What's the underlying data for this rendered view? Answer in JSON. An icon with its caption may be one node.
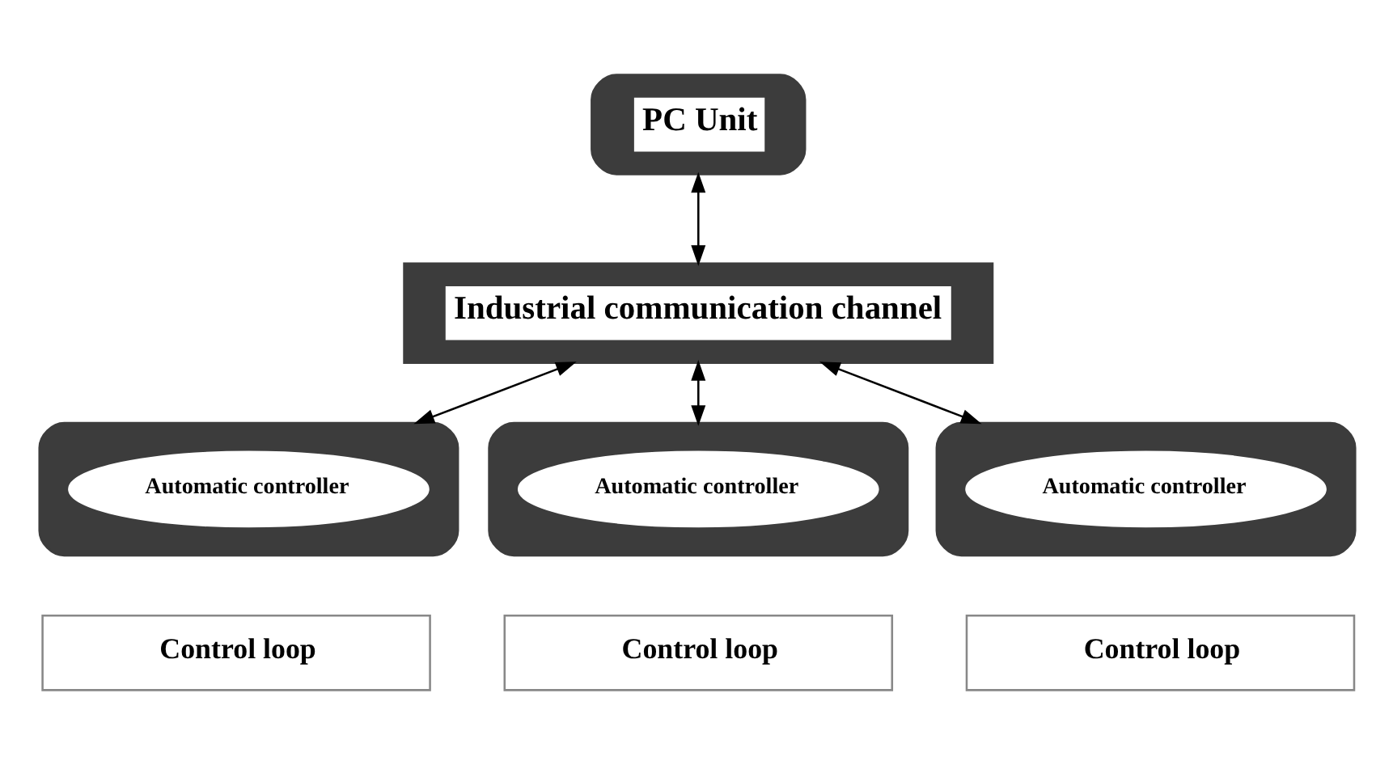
{
  "diagram": {
    "nodes": [
      {
        "text": [
          "PC Unit"
        ]
      },
      {
        "text": [
          "Industrial communication channel"
        ]
      },
      {
        "text": [],
        "shape": "box"
      },
      {
        "text": [
          "Automatic controller"
        ],
        "in": 2
      },
      {
        "text": [],
        "shape": "box"
      },
      {
        "text": [
          "Automatic controller"
        ],
        "in": 4
      },
      {
        "text": [],
        "shape": "box"
      },
      {
        "text": [
          "Automatic controller"
        ],
        "in": 6
      },
      {
        "text": [
          "Control loop"
        ]
      },
      {
        "text": [
          "Control loop"
        ]
      },
      {
        "text": [
          "Control loop"
        ]
      }
    ],
    "edges": [
      {
        "from": 0,
        "to": 1,
        "arrow": "both"
      },
      {
        "from": 1,
        "to": 2,
        "arrow": "both"
      },
      {
        "from": 1,
        "to": 4,
        "arrow": "both"
      },
      {
        "from": 1,
        "to": 6,
        "arrow": "both"
      }
    ]
  }
}
